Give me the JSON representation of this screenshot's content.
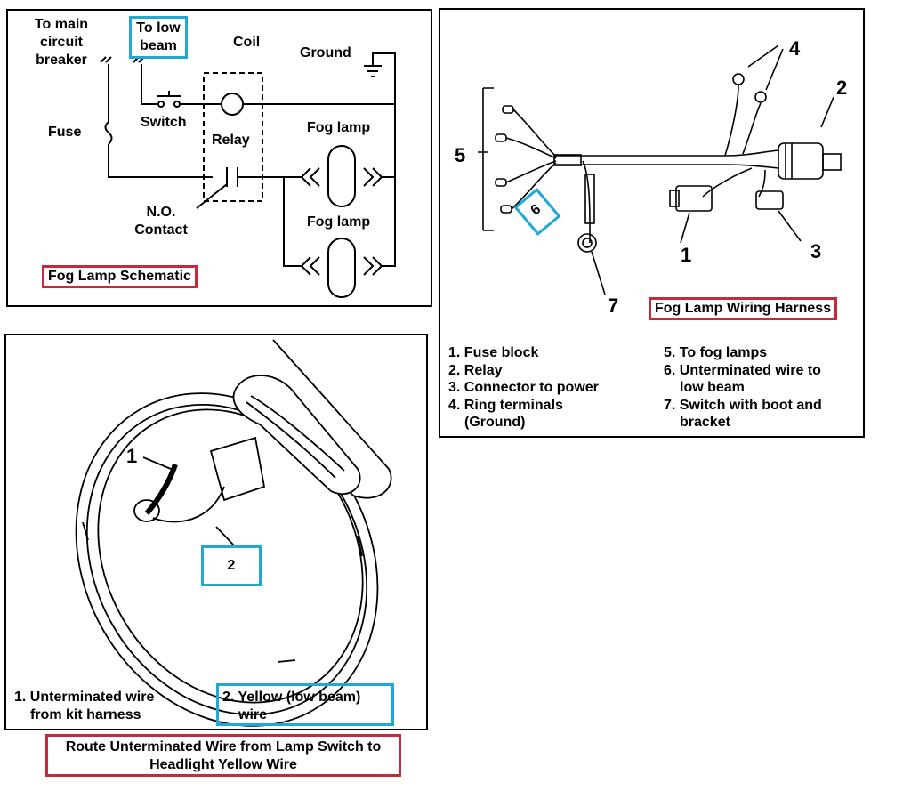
{
  "schematic": {
    "to_main_circuit_breaker": [
      "To main",
      "circuit",
      "breaker"
    ],
    "to_low_beam": [
      "To low",
      "beam"
    ],
    "coil": "Coil",
    "ground": "Ground",
    "fuse": "Fuse",
    "switch": "Switch",
    "relay": "Relay",
    "fog_lamp_1": "Fog lamp",
    "fog_lamp_2": "Fog lamp",
    "no_contact": [
      "N.O.",
      "Contact"
    ],
    "caption": "Fog Lamp Schematic",
    "colors": {
      "caption_border": "#c8283a",
      "highlight_border": "#22a8d4"
    }
  },
  "harness": {
    "callouts": {
      "c1": "1",
      "c2": "2",
      "c3": "3",
      "c4": "4",
      "c5": "5",
      "c6": "6",
      "c7": "7"
    },
    "caption": "Fog Lamp Wiring Harness",
    "legend_left": [
      "1. Fuse block",
      "2. Relay",
      "3. Connector to power",
      "4. Ring terminals",
      "(Ground)"
    ],
    "legend_right": [
      "5. To fog lamps",
      "6. Unterminated wire to",
      "low beam",
      "7. Switch with boot and",
      "bracket"
    ]
  },
  "headlight": {
    "callout_1": "1",
    "callout_2": "2",
    "legend_1": [
      "1. Unterminated wire",
      "from kit harness"
    ],
    "legend_2": [
      "2. Yellow (low beam)",
      "wire"
    ]
  },
  "route_caption": [
    "Route Unterminated Wire from Lamp Switch to",
    "Headlight Yellow Wire"
  ]
}
